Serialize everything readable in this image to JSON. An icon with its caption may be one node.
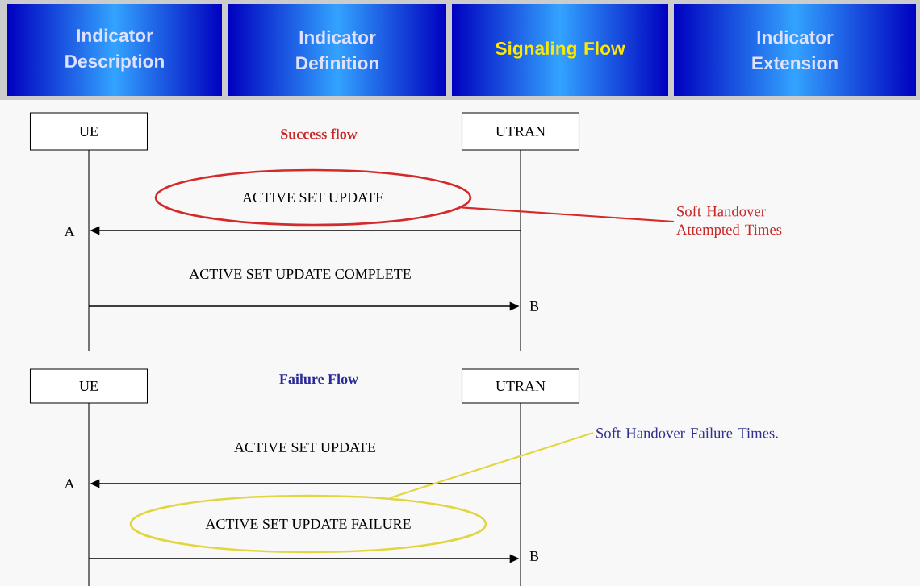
{
  "diagram": {
    "nodes": [
      {
        "text": [
          "Indicator Description"
        ]
      },
      {
        "text": [
          "Indicator Definition"
        ]
      },
      {
        "text": [
          "Signaling Flow"
        ]
      },
      {
        "text": [
          "Indicator Extension"
        ]
      },
      {
        "text": [
          "UE"
        ]
      },
      {
        "text": [
          "UTRAN"
        ]
      },
      {
        "text": [
          "UE"
        ]
      },
      {
        "text": [
          "UTRAN"
        ]
      },
      {
        "text": [
          "ACTIVE SET UPDATE"
        ]
      },
      {
        "text": [
          "Soft Handover Attempted Times"
        ]
      },
      {
        "text": [
          "ACTIVE SET UPDATE FAILURE"
        ]
      },
      {
        "text": [
          "Soft Handover Failure Times."
        ]
      }
    ],
    "edges": [
      {
        "from": 5,
        "to": 4,
        "arrow": "to"
      },
      {
        "from": 4,
        "to": 5,
        "arrow": "to",
        "label": "ACTIVE SET UPDATE COMPLETE"
      },
      {
        "from": 8,
        "to": 9,
        "arrow": "none",
        "color": "#d42a2a"
      },
      {
        "from": 7,
        "to": 6,
        "arrow": "to",
        "label": "ACTIVE SET UPDATE"
      },
      {
        "from": 6,
        "to": 7,
        "arrow": "to"
      },
      {
        "from": 10,
        "to": 11,
        "arrow": "none",
        "color": "#e2d640"
      }
    ],
    "labels": [
      "Success flow",
      "A",
      "B",
      "Failure Flow",
      "A",
      "B"
    ]
  }
}
